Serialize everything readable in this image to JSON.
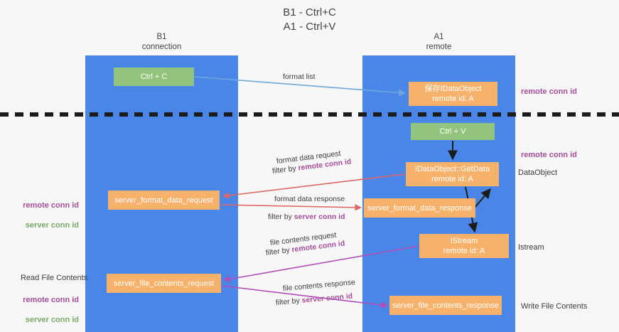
{
  "title": "B1 - Ctrl+C\nA1 - Ctrl+V",
  "lanes": [
    {
      "id": "b1",
      "header": "B1\nconnection",
      "color": "#4a86e8"
    },
    {
      "id": "a1",
      "header": "A1\nremote",
      "color": "#4a86e8"
    }
  ],
  "nodes": {
    "ctrl_c": "Ctrl + C",
    "save_dataobject": "保存IDataObject\nremote id: A",
    "ctrl_v": "Ctrl + V",
    "getdata": "IDataObject::GetData\nremote id: A",
    "server_format_data_request": "server_format_data_request",
    "server_format_data_response": "server_format_data_response",
    "istream": "IStream\nremote id: A",
    "server_file_contents_request": "server_file_contents_request",
    "server_file_contents_response": "server_file_contents_response"
  },
  "edge_labels": {
    "format_list": "format list",
    "format_data_request": "format data request",
    "format_data_request_filter_prefix": "filter by ",
    "format_data_request_filter_value": "remote conn id",
    "format_data_response": "format data response",
    "format_data_response_filter_prefix": "filter by ",
    "format_data_response_filter_value": "server conn id",
    "file_contents_request": "file contents request",
    "file_contents_request_filter_prefix": "filter by ",
    "file_contents_request_filter_value": "remote conn id",
    "file_contents_response": "file contents response",
    "file_contents_response_filter_prefix": "filter by ",
    "file_contents_response_filter_value": "server conn id"
  },
  "annotations": {
    "right_remote_conn_id_top": "remote conn id",
    "right_remote_conn_id_mid": "remote conn id",
    "right_dataobject": "DataObject",
    "right_istream": "Istream",
    "right_write_file_contents": "Write File Contents",
    "left_remote_conn_id_top": "remote conn id",
    "left_server_conn_id_top": "server conn id",
    "left_read_file_contents": "Read File Contents",
    "left_remote_conn_id_bottom": "remote conn id",
    "left_server_conn_id_bottom": "server conn id"
  },
  "colors": {
    "lane": "#4a86e8",
    "green_node": "#93c47d",
    "orange_node": "#f6b26b",
    "remote_conn_id": "#a64d9a",
    "server_conn_id": "#7aa86a",
    "format_list_arrow": "#6fa8dc",
    "format_data_arrow": "#e06666",
    "file_contents_arrow": "#b14dbb",
    "black_arrow": "#1c1c1c",
    "divider": "#1c1c1c",
    "background": "#f7f7f7"
  }
}
